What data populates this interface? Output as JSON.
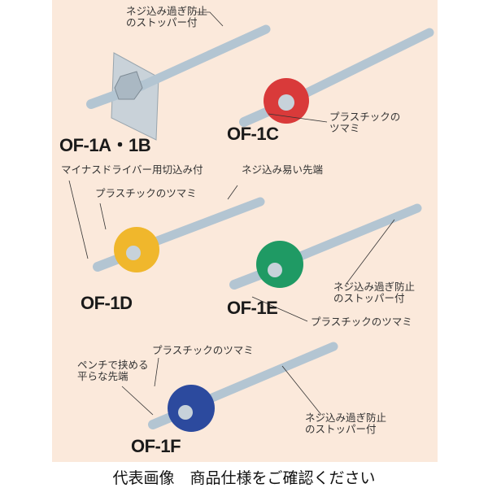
{
  "products": [
    {
      "model": "OF-1A・1B",
      "knob_color": null
    },
    {
      "model": "OF-1C",
      "knob_color": "#d93a3a"
    },
    {
      "model": "OF-1D",
      "knob_color": "#f0b72c"
    },
    {
      "model": "OF-1E",
      "knob_color": "#1f9a64"
    },
    {
      "model": "OF-1F",
      "knob_color": "#2c4a9e"
    }
  ],
  "labels": {
    "stopper_1": [
      "ネジ込み過ぎ防止",
      "のストッパー付"
    ],
    "knob_1c": [
      "プラスチックの",
      "ツマミ"
    ],
    "driver_slot": "マイナスドライバー用切込み付",
    "easy_tip": "ネジ込み易い先端",
    "knob_1d": "プラスチックのツマミ",
    "stopper_1e": [
      "ネジ込み過ぎ防止",
      "のストッパー付"
    ],
    "knob_1e": "プラスチックのツマミ",
    "knob_1f": "プラスチックのツマミ",
    "flat_tip": [
      "ペンチで挟める",
      "平らな先端"
    ],
    "stopper_1f": [
      "ネジ込み過ぎ防止",
      "のストッパー付"
    ]
  },
  "caption": "代表画像　商品仕様をご確認ください",
  "colors": {
    "background": "#fbe9db",
    "rod": "#b9cbd8"
  }
}
